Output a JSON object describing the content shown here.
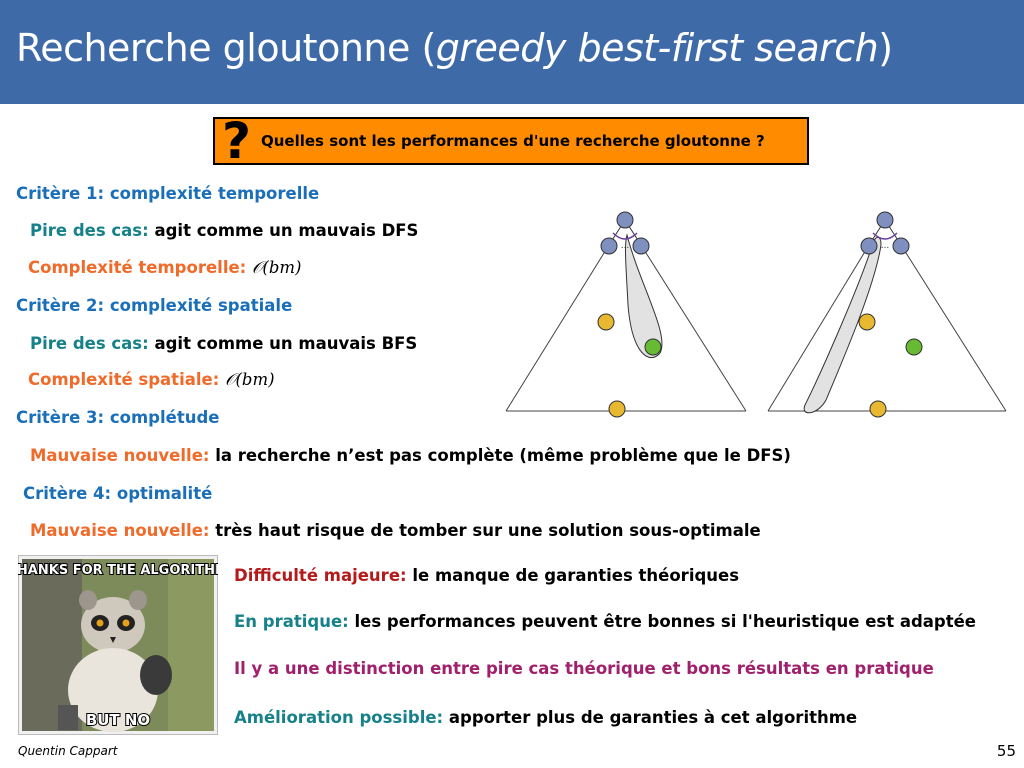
{
  "header": {
    "title_plain": "Recherche gloutonne (",
    "title_italic": "greedy best-first search",
    "title_close": ")"
  },
  "question": {
    "icon": "?",
    "text": "Quelles sont les performances d'une recherche gloutonne ?"
  },
  "lines": {
    "c1": "Critère 1: complexité temporelle",
    "c1_worst_label": "Pire des cas:",
    "c1_worst_text": "agit comme un mauvais DFS",
    "c1_cx_label": "Complexité temporelle:",
    "c1_cx_math": "𝒪(bm)",
    "c2": "Critère 2: complexité spatiale",
    "c2_worst_label": "Pire des cas:",
    "c2_worst_text": "agit comme un mauvais BFS",
    "c2_cx_label": "Complexité spatiale:",
    "c2_cx_math": "𝒪(bm)",
    "c3": "Critère 3: complétude",
    "c3_bad_label": "Mauvaise nouvelle:",
    "c3_bad_text": "la recherche n’est pas complète (même problème que le DFS)",
    "c4": "Critère 4: optimalité",
    "c4_bad_label": "Mauvaise nouvelle:",
    "c4_bad_text": "très haut risque de tomber sur une solution sous-optimale"
  },
  "bottom": {
    "diff_label": "Difficulté majeure:",
    "diff_text": "le manque de garanties théoriques",
    "prat_label": "En pratique:",
    "prat_text": "les performances peuvent être bonnes si l'heuristique est adaptée",
    "distinction": "Il y a une distinction entre pire cas théorique et bons résultats en pratique",
    "amel_label": "Amélioration possible:",
    "amel_text": "apporter plus de garanties à cet algorithme"
  },
  "meme": {
    "top": "THANKS FOR THE ALGORITHM",
    "bottom": "BUT NO"
  },
  "diagram": {
    "ellipsis": "..."
  },
  "footer": {
    "author": "Quentin Cappart",
    "page": "55"
  },
  "colors": {
    "header": "#3f6aa8",
    "question_box": "#ff8c00",
    "blue": "#1a6fb8",
    "teal": "#17818a",
    "orange": "#f06a2a",
    "dark_red": "#b51a1a",
    "purple": "#a0206c",
    "node_blue": "#7f8fbf",
    "node_yellow": "#e8b830",
    "node_green": "#66bb33"
  }
}
